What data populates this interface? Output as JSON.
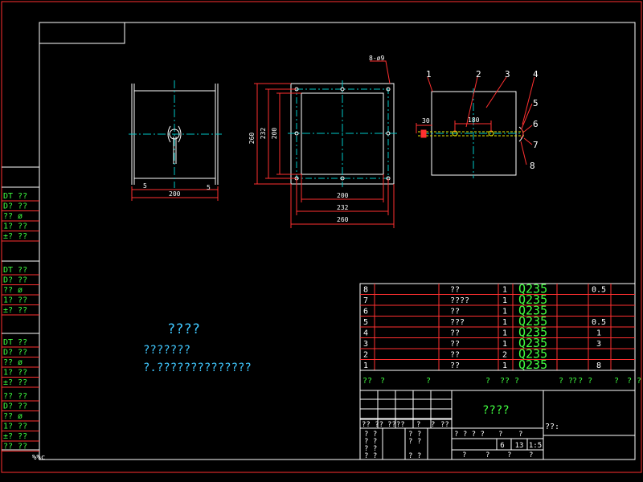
{
  "colors": {
    "background": "#000000",
    "frame": "#ff3030",
    "outline": "#ffffff",
    "center": "#00c8c8",
    "dim": "#ff3030",
    "text_green": "#40ff40",
    "text_white": "#ffffff",
    "text_cyan": "#40c8ff",
    "hatch_yellow": "#e6e600"
  },
  "side_panel": {
    "groups": [
      [
        "DT ??",
        "D? ??",
        "?? ø",
        "1? ??",
        "±? ??"
      ],
      [
        "DT ??",
        "D? ??",
        "?? ø",
        "1? ??",
        "±? ??"
      ],
      [
        "DT ??",
        "D? ??",
        "?? ø",
        "1? ??",
        "±? ??"
      ],
      [
        "?? ??",
        "D? ??",
        "?? ø",
        "1? ??",
        "±? ??",
        "?? ??"
      ]
    ],
    "corner_mark": "%%c"
  },
  "view_left": {
    "dim_total": "200",
    "dim_left": "5",
    "dim_right": "5"
  },
  "view_middle": {
    "hole_note": "8-ø9",
    "dim_h_inner": "200",
    "dim_h_mid": "232",
    "dim_h_outer": "260",
    "dim_v_inner": "200",
    "dim_v_mid": "232",
    "dim_v_outer": "260"
  },
  "view_right": {
    "labels": [
      "1",
      "2",
      "3",
      "4",
      "5",
      "6",
      "7",
      "8"
    ],
    "dim_30": "30",
    "dim_180": "180"
  },
  "notes": {
    "heading": "????",
    "line1": "???????",
    "line2": "?.??????????????"
  },
  "parts_table": {
    "rows": [
      {
        "no": "8",
        "name": "??",
        "qty": "1",
        "material": "Q235",
        "weight": "0.5"
      },
      {
        "no": "7",
        "name": "????",
        "qty": "1",
        "material": "Q235",
        "weight": ""
      },
      {
        "no": "6",
        "name": "??",
        "qty": "1",
        "material": "Q235",
        "weight": ""
      },
      {
        "no": "5",
        "name": "???",
        "qty": "1",
        "material": "Q235",
        "weight": "0.5"
      },
      {
        "no": "4",
        "name": "??",
        "qty": "1",
        "material": "Q235",
        "weight": "1"
      },
      {
        "no": "3",
        "name": "??",
        "qty": "1",
        "material": "Q235",
        "weight": "3"
      },
      {
        "no": "2",
        "name": "??",
        "qty": "2",
        "material": "Q235",
        "weight": ""
      },
      {
        "no": "1",
        "name": "??",
        "qty": "1",
        "material": "Q235",
        "weight": "8"
      }
    ],
    "header": [
      "??",
      "?",
      "?",
      "?",
      "??",
      "?",
      "? ? ? ?",
      "?",
      "?",
      "? ?"
    ],
    "title": "????",
    "company": "??:",
    "sign_row": [
      "?? ??",
      "????",
      "?",
      "?",
      "??"
    ],
    "approve_cells": [
      "? ?",
      "? ?",
      "? ?",
      "? ?"
    ],
    "middle_cells": [
      "? ?",
      "? ?",
      "? ?"
    ],
    "scale_labels": [
      "? ? ? ?",
      "?",
      "?"
    ],
    "scale_values": [
      "6",
      "13",
      "1:5"
    ],
    "bottom_cells": [
      "?",
      "?",
      "?",
      "?"
    ]
  }
}
